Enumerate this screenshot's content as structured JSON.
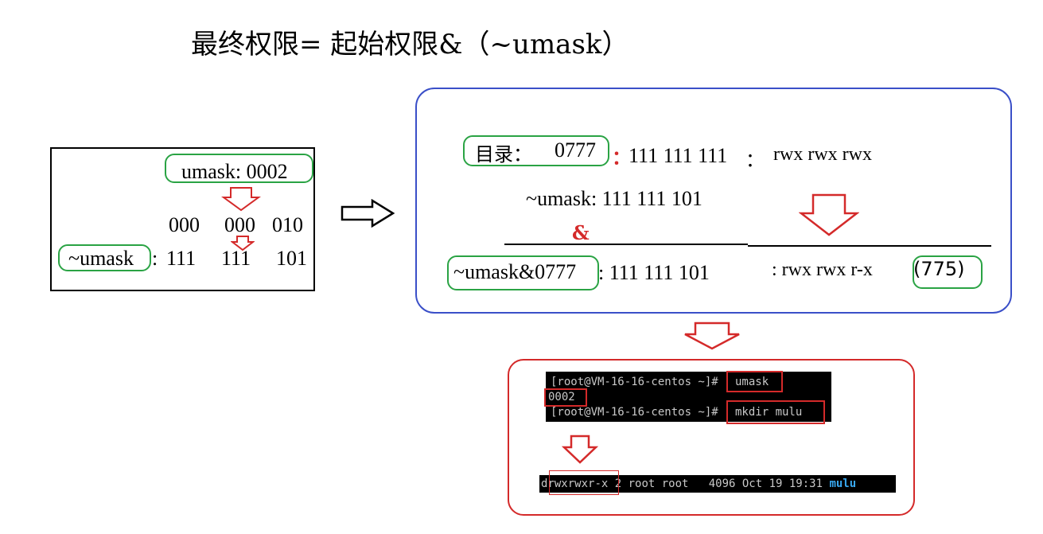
{
  "title": "最终权限= 起始权限&（~umask）",
  "left": {
    "umask_label": "umask: 0002",
    "binary": [
      "000",
      "000",
      "010"
    ],
    "not_umask_label": "~umask",
    "not_umask_colon": ":",
    "not_umask_bits": [
      "111",
      "111",
      "101"
    ]
  },
  "right": {
    "dir_label": "目录：",
    "dir_value": "0777",
    "red_colon": "：",
    "dir_bits": "111 111 111",
    "dir_colon": "：",
    "dir_perm": "rwx rwx rwx",
    "not_umask_line": "~umask:   111 111 101",
    "amp": "&",
    "result_label": "~umask&0777",
    "result_bits": ":   111   111 101",
    "result_perm": ":    rwx rwx r-x",
    "result_octal": "(775)"
  },
  "terminal": {
    "prompt1": "[root@VM-16-16-centos ~]#",
    "cmd1": "umask",
    "output1": "0002",
    "prompt2": "[root@VM-16-16-centos ~]#",
    "cmd2": "mkdir mulu",
    "ls_prefix": "d",
    "ls_perm": "rwxrwxr-x",
    "ls_rest": " 2 root root   4096 Oct 19 19:31 ",
    "ls_name": "mulu"
  },
  "colors": {
    "green": "#2aa344",
    "red": "#d42a2a",
    "blue": "#3a4fc8",
    "dir_name": "#38a8f0"
  }
}
